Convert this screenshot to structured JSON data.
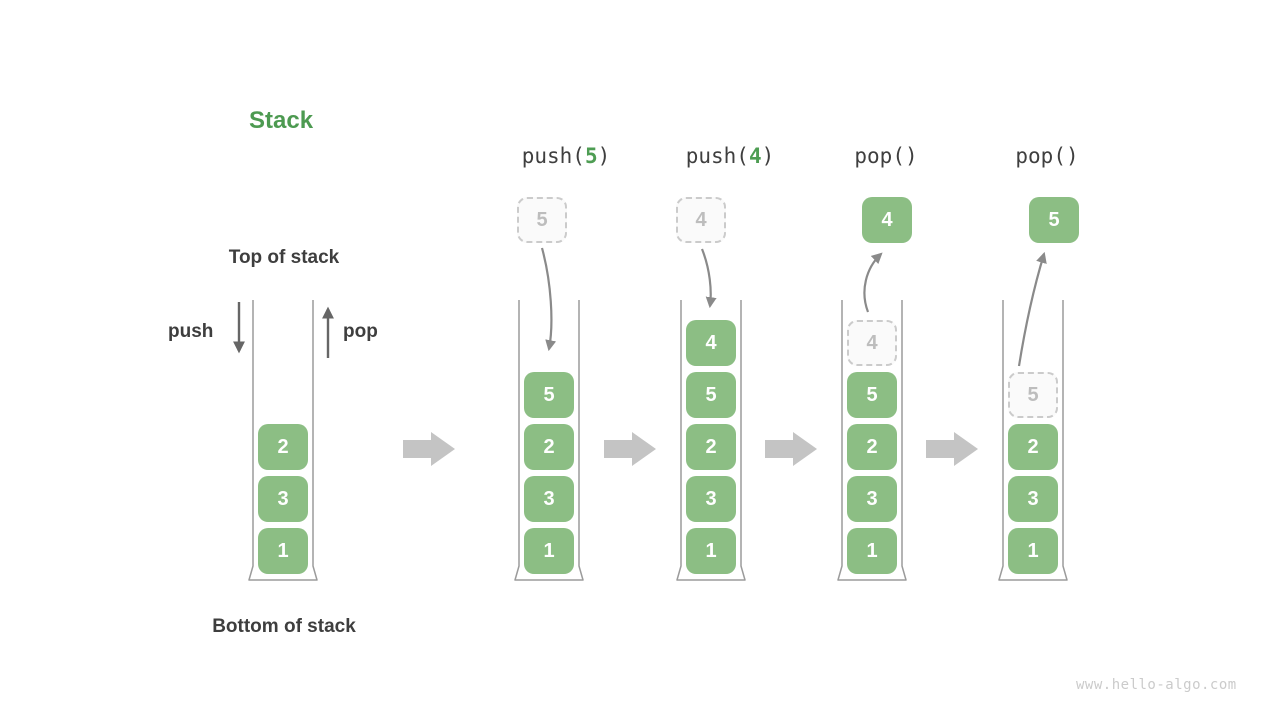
{
  "title": "Stack",
  "labels": {
    "top_of_stack": "Top of stack",
    "bottom_of_stack": "Bottom of stack",
    "push": "push",
    "pop": "pop"
  },
  "watermark": "www.hello-algo.com",
  "colors": {
    "box_green": "#8CBE84",
    "accent_green": "#4D9A51",
    "text_dark": "#3F3F3F",
    "container_wall_gray": "#9B9B9B",
    "block_arrow_gray": "#C4C4C4",
    "trajectory_arrow_gray": "#8A8A8A",
    "straight_arrow_gray": "#666666",
    "ghost_border": "#CBCBCB",
    "ghost_text": "#BDBDBD"
  },
  "icons": {
    "push_arrow": "down-arrow",
    "pop_arrow": "up-arrow",
    "flow_arrow": "right-block-arrow",
    "push_trajectory": "curved-down-arrow",
    "pop_trajectory": "curved-up-arrow"
  },
  "columns": [
    {
      "stack": [
        "2",
        "3",
        "1"
      ]
    },
    {
      "op": [
        "push(",
        "5",
        ")"
      ],
      "float": "5",
      "stack": [
        "5",
        "2",
        "3",
        "1"
      ]
    },
    {
      "op": [
        "push(",
        "4",
        ")"
      ],
      "float": "4",
      "stack": [
        "4",
        "5",
        "2",
        "3",
        "1"
      ]
    },
    {
      "op": [
        "pop()",
        "",
        ""
      ],
      "float": "4",
      "popped_ghost": "4",
      "stack": [
        "5",
        "2",
        "3",
        "1"
      ]
    },
    {
      "op": [
        "pop()",
        "",
        ""
      ],
      "float": "5",
      "popped_ghost": "5",
      "stack": [
        "2",
        "3",
        "1"
      ]
    }
  ]
}
